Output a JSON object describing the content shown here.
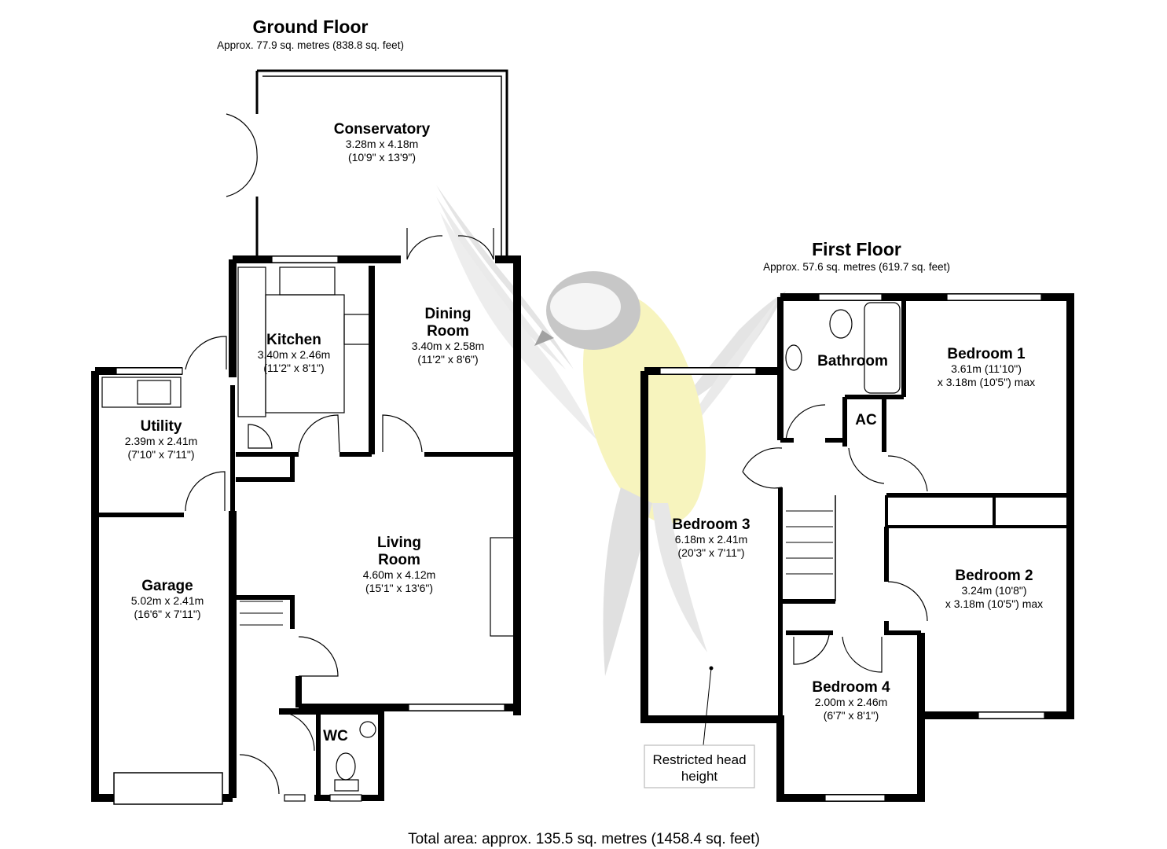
{
  "ground_floor": {
    "title": "Ground Floor",
    "area": "Approx. 77.9 sq. metres (838.8 sq. feet)",
    "rooms": {
      "conservatory": {
        "name": "Conservatory",
        "metric": "3.28m x 4.18m",
        "imperial": "(10'9\" x 13'9\")"
      },
      "kitchen": {
        "name": "Kitchen",
        "metric": "3.40m x 2.46m",
        "imperial": "(11'2\" x 8'1\")"
      },
      "dining": {
        "name_line1": "Dining",
        "name_line2": "Room",
        "metric": "3.40m x 2.58m",
        "imperial": "(11'2\" x 8'6\")"
      },
      "utility": {
        "name": "Utility",
        "metric": "2.39m x 2.41m",
        "imperial": "(7'10\" x 7'11\")"
      },
      "living": {
        "name_line1": "Living",
        "name_line2": "Room",
        "metric": "4.60m x 4.12m",
        "imperial": "(15'1\" x 13'6\")"
      },
      "garage": {
        "name": "Garage",
        "metric": "5.02m x 2.41m",
        "imperial": "(16'6\" x 7'11\")"
      },
      "wc": {
        "name": "WC"
      }
    }
  },
  "first_floor": {
    "title": "First Floor",
    "area": "Approx. 57.6 sq. metres (619.7 sq. feet)",
    "rooms": {
      "bathroom": {
        "name": "Bathroom"
      },
      "ac": {
        "name": "AC"
      },
      "bedroom1": {
        "name": "Bedroom 1",
        "metric": "3.61m (11'10\")",
        "imperial": "x 3.18m (10'5\") max"
      },
      "bedroom2": {
        "name": "Bedroom 2",
        "metric": "3.24m (10'8\")",
        "imperial": "x 3.18m (10'5\") max"
      },
      "bedroom3": {
        "name": "Bedroom 3",
        "metric": "6.18m x 2.41m",
        "imperial": "(20'3\" x 7'11\")"
      },
      "bedroom4": {
        "name": "Bedroom 4",
        "metric": "2.00m x 2.46m",
        "imperial": "(6'7\" x 8'1\")"
      }
    },
    "note_line1": "Restricted head",
    "note_line2": "height"
  },
  "total_area": "Total area: approx. 135.5 sq. metres (1458.4 sq. feet)",
  "colors": {
    "wall": "#000000",
    "watermark_yellow": "#f2ec8a",
    "watermark_grey": "#bdbdbd"
  }
}
